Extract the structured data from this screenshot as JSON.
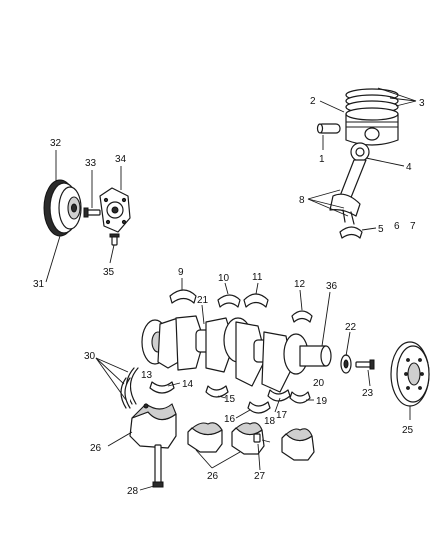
{
  "callouts": {
    "c1": "1",
    "c2": "2",
    "c3": "3",
    "c4": "4",
    "c5": "5",
    "c6": "6",
    "c7": "7",
    "c8": "8",
    "c9": "9",
    "c10": "10",
    "c11": "11",
    "c12": "12",
    "c13": "13",
    "c14": "14",
    "c15": "15",
    "c16": "16",
    "c17": "17",
    "c18": "18",
    "c19": "19",
    "c20": "20",
    "c21": "21",
    "c22": "22",
    "c23": "23",
    "c25": "25",
    "c26a": "26",
    "c26b": "26",
    "c27": "27",
    "c28": "28",
    "c30": "30",
    "c31": "31",
    "c32": "32",
    "c33": "33",
    "c34": "34",
    "c35": "35",
    "c36": "36"
  },
  "colors": {
    "line": "#1a1a1a",
    "background": "#ffffff"
  }
}
